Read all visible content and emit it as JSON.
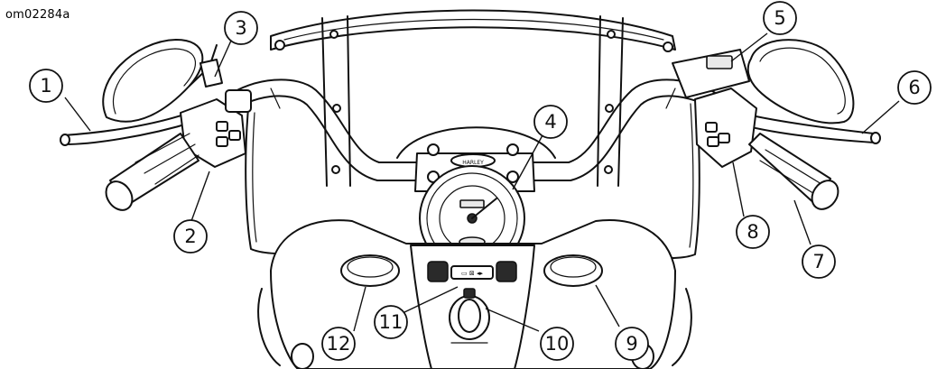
{
  "figure_ref": "om02284a",
  "callouts": [
    {
      "label": "1"
    },
    {
      "label": "2"
    },
    {
      "label": "3"
    },
    {
      "label": "4"
    },
    {
      "label": "5"
    },
    {
      "label": "6"
    },
    {
      "label": "7"
    },
    {
      "label": "8"
    },
    {
      "label": "9"
    },
    {
      "label": "10"
    },
    {
      "label": "11"
    },
    {
      "label": "12"
    }
  ]
}
